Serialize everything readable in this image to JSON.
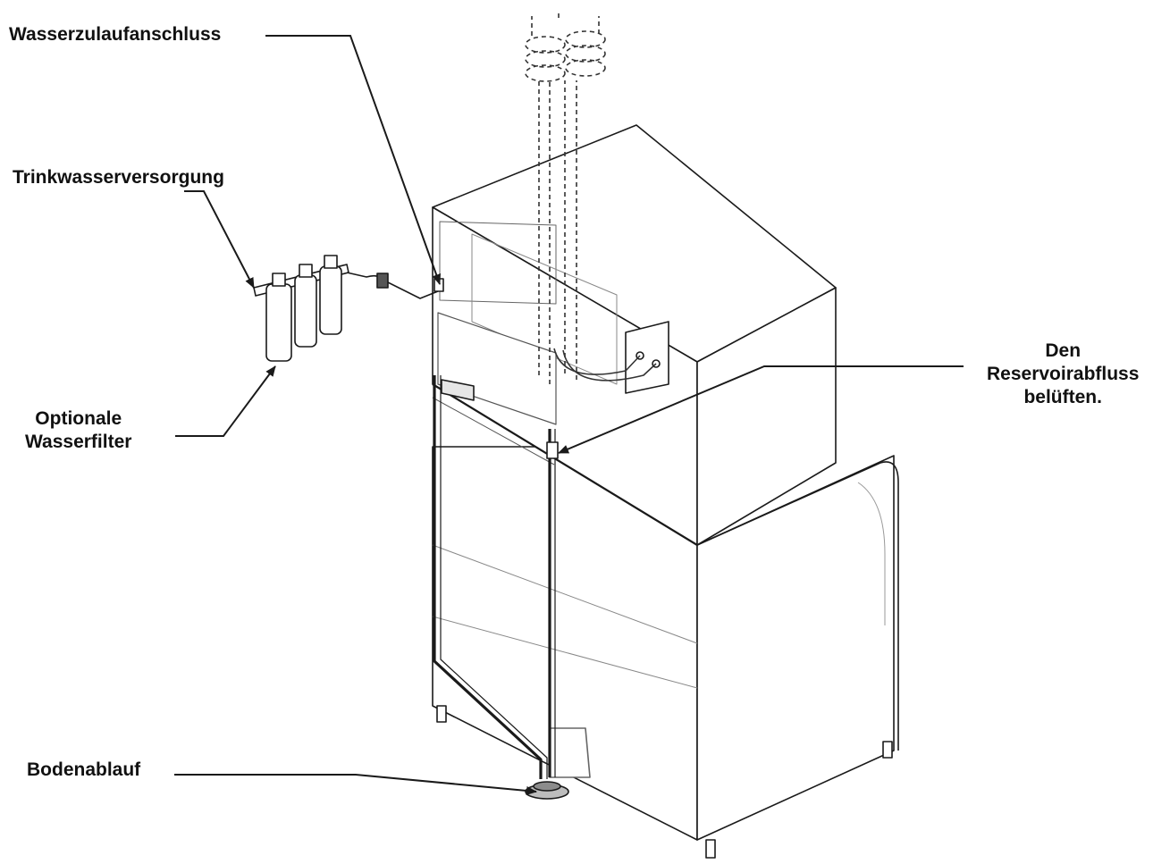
{
  "labels": {
    "water_inlet": "Wasserzulaufanschluss",
    "potable_supply": "Trinkwasserversorgung",
    "optional_filters": [
      "Optionale",
      "Wasserfilter"
    ],
    "reservoir_vent": [
      "Den",
      "Reservoirabfluss",
      "belüften."
    ],
    "floor_drain": "Bodenablauf"
  },
  "colors": {
    "line": "#1a1a1a",
    "shading": "#cfcfcf",
    "background": "#ffffff"
  }
}
